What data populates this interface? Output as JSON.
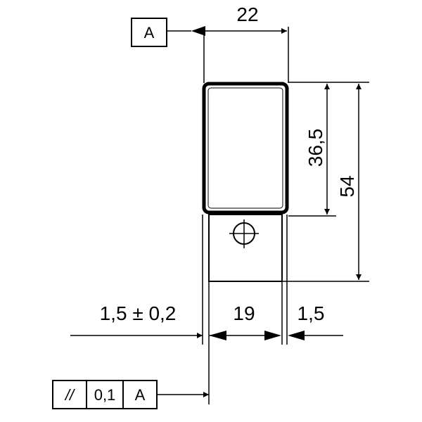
{
  "drawing": {
    "datum_top_label": "A",
    "dim_top_width": "22",
    "dim_upper_height": "36,5",
    "dim_total_height": "54",
    "dim_left_offset": "1,5 ± 0,2",
    "dim_mid_width": "19",
    "dim_right_offset": "1,5",
    "tolerance_frame": {
      "symbol": "//",
      "value": "0,1",
      "datum": "A"
    }
  }
}
